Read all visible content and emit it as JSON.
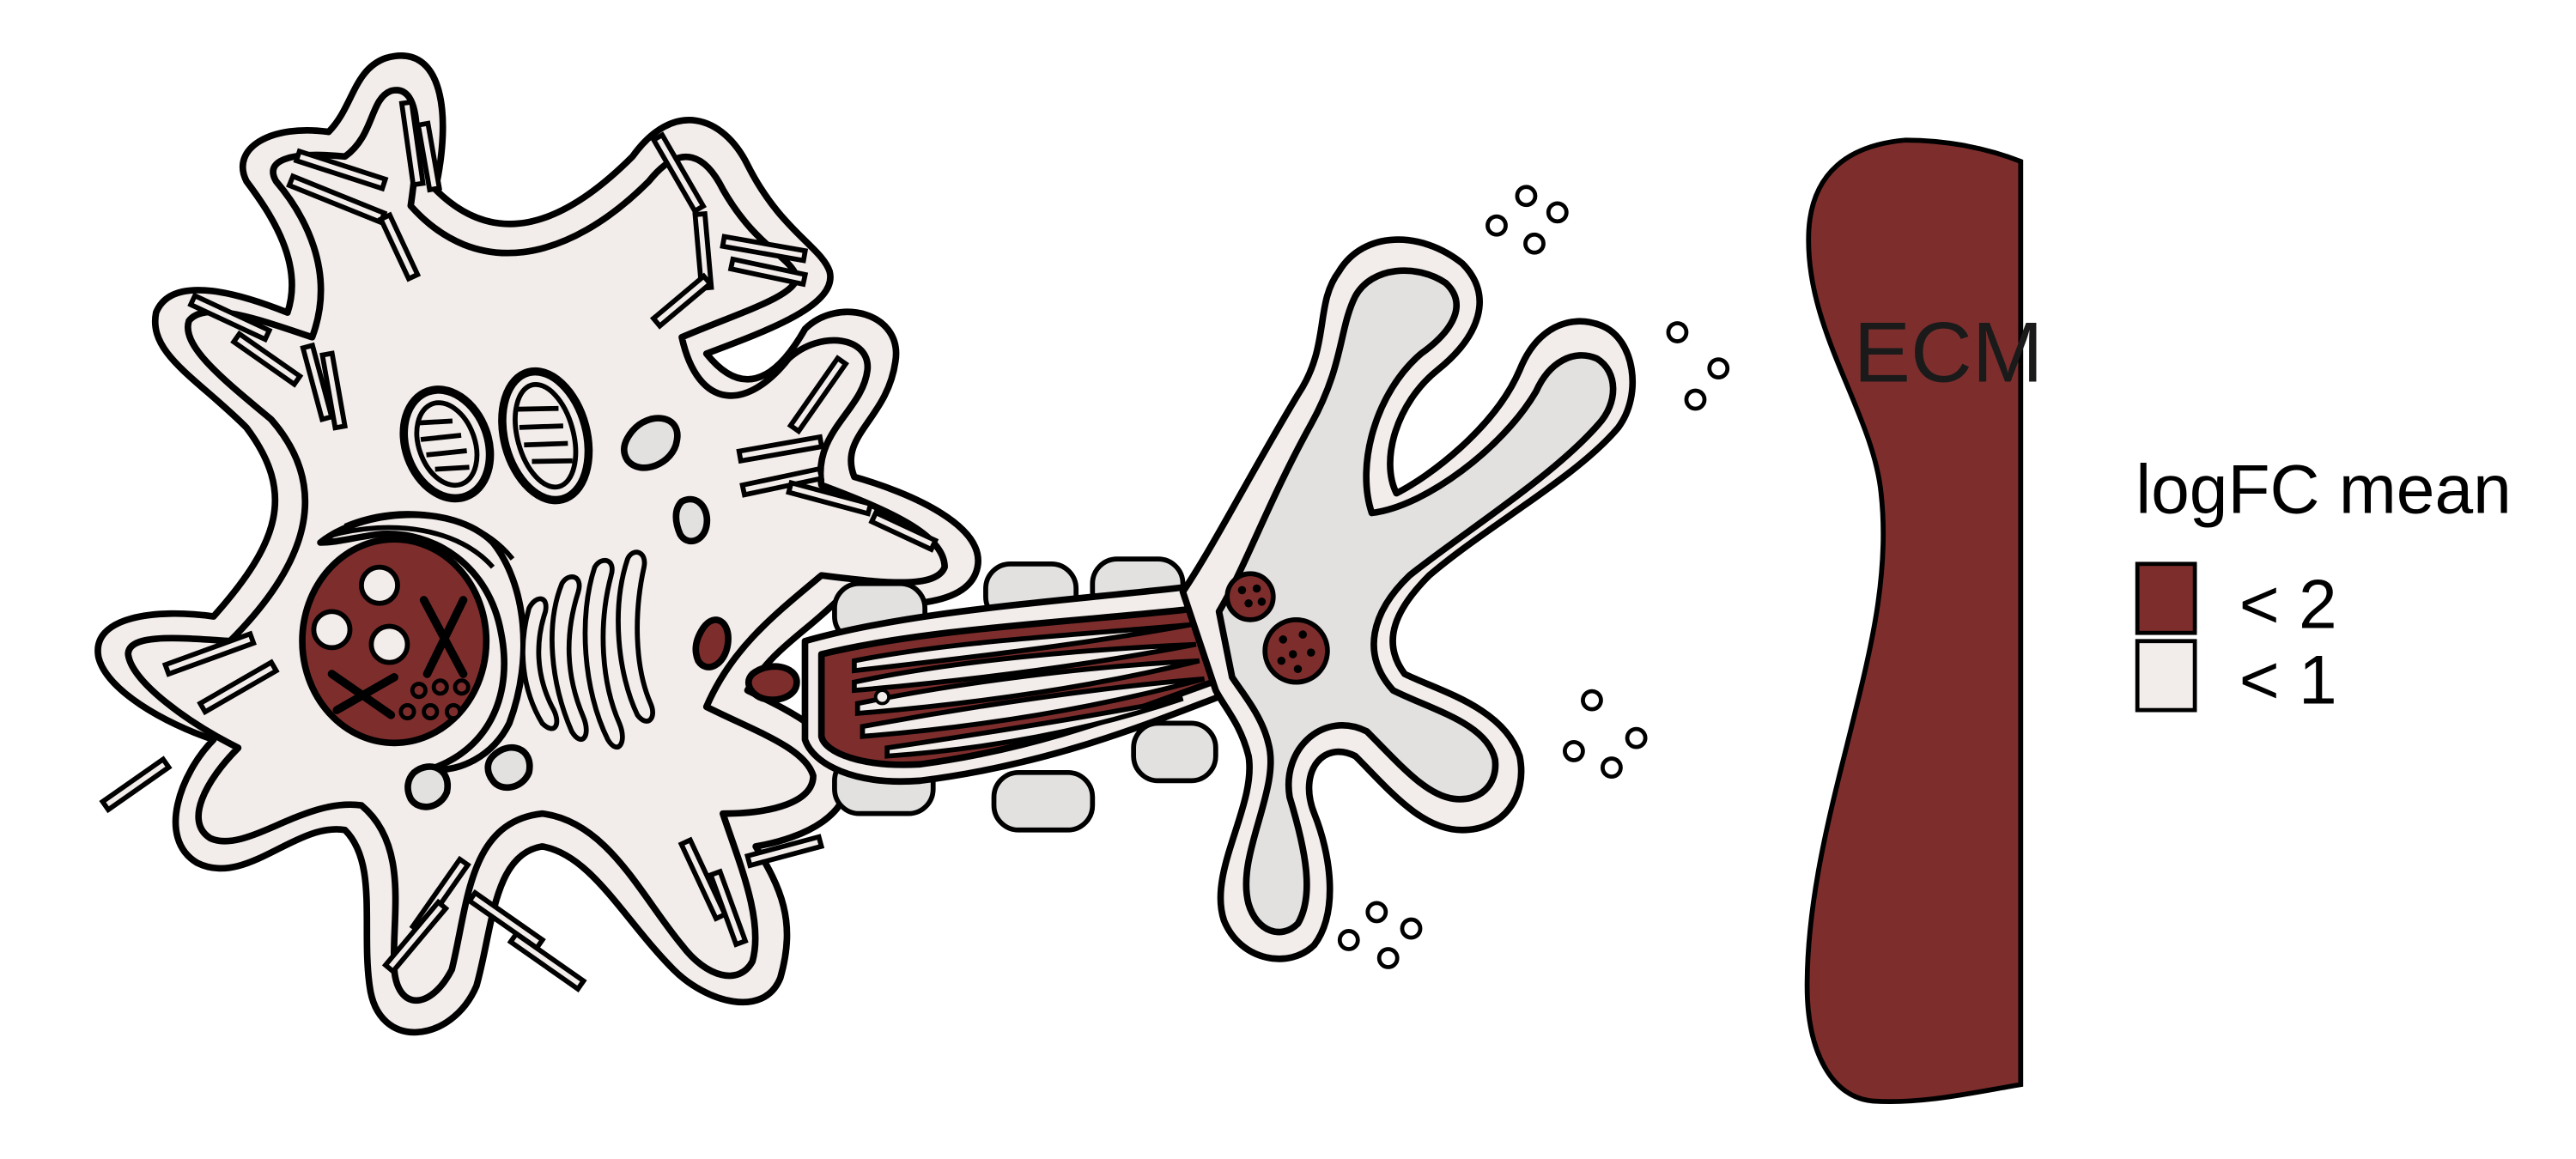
{
  "ecm": {
    "label": "ECM"
  },
  "legend": {
    "title": "logFC mean",
    "items": [
      {
        "label": "< 2",
        "color": "#7d2e2c"
      },
      {
        "label": "< 1",
        "color": "#f2ecea"
      }
    ]
  },
  "colors": {
    "high": "#7d2e2c",
    "low": "#f2ecea",
    "neutral": "#e2e1e0",
    "outline": "#000000"
  }
}
